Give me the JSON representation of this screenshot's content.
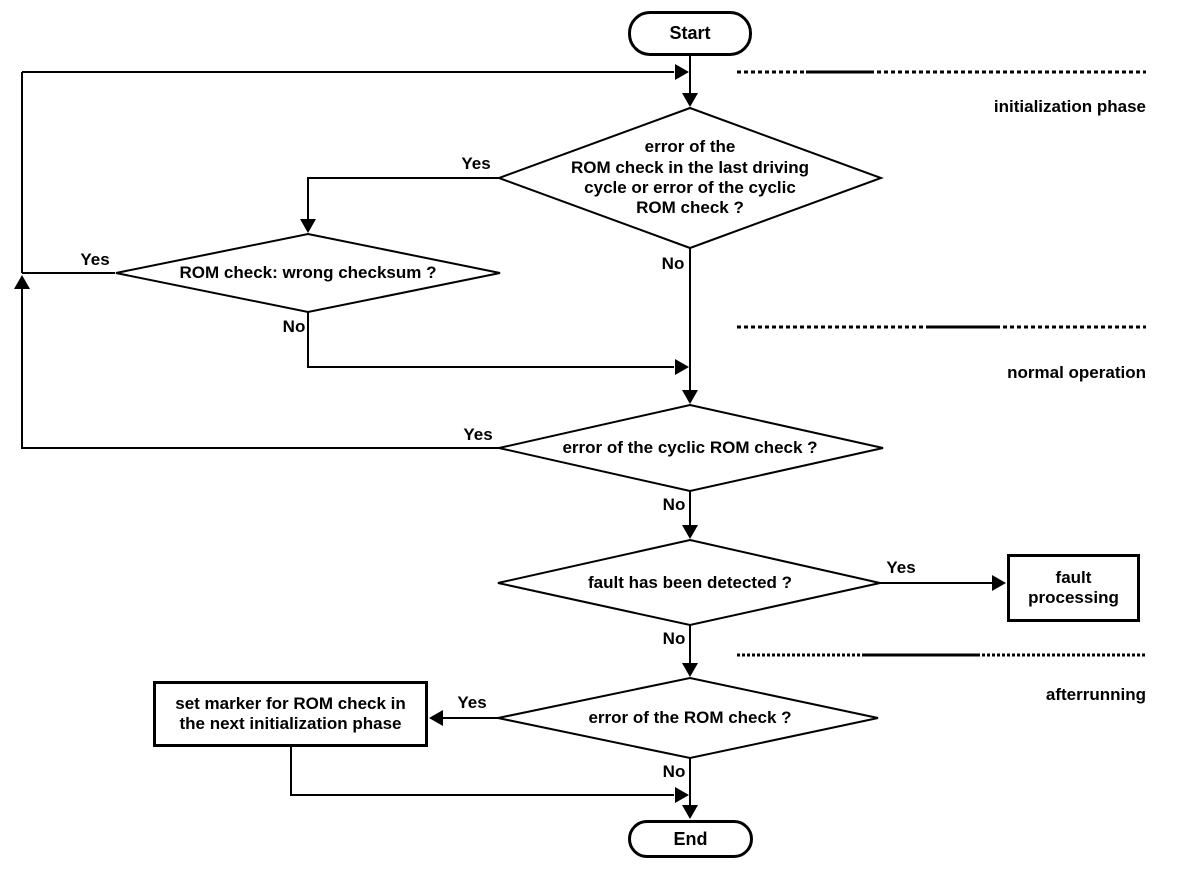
{
  "nodes": {
    "start": {
      "label": "Start"
    },
    "decision_initial": {
      "text": "error of the\nROM check in the last driving\ncycle or error of the cyclic\nROM check ?"
    },
    "decision_checksum": {
      "text": "ROM check: wrong checksum ?"
    },
    "decision_cyclic": {
      "text": "error of the cyclic ROM check ?"
    },
    "decision_fault": {
      "text": "fault has been detected ?"
    },
    "decision_rom": {
      "text": "error of the ROM check ?"
    },
    "process_fault": {
      "text": "fault\nprocessing"
    },
    "process_marker": {
      "text": "set marker for ROM check in\nthe next initialization phase"
    },
    "end": {
      "label": "End"
    }
  },
  "branch_labels": {
    "initial_yes": "Yes",
    "initial_no": "No",
    "checksum_yes": "Yes",
    "checksum_no": "No",
    "cyclic_yes": "Yes",
    "cyclic_no": "No",
    "fault_yes": "Yes",
    "fault_no": "No",
    "rom_yes": "Yes",
    "rom_no": "No"
  },
  "phases": {
    "initialization": "initialization phase",
    "normal_operation": "normal operation",
    "afterrunning": "afterrunning"
  },
  "colors": {
    "line": "#000000",
    "background": "#ffffff"
  }
}
